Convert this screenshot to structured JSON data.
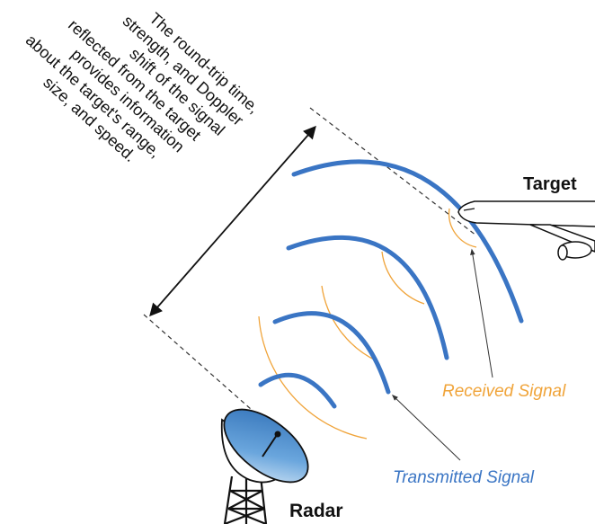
{
  "labels": {
    "target": "Target",
    "radar": "Radar",
    "received": "Received Signal",
    "transmitted": "Transmitted Signal"
  },
  "caption": [
    "The round-trip time,",
    "strength, and Doppler",
    "shift of the signal",
    "reflected from the target",
    "provides information",
    "about the target's range,",
    "size, and speed."
  ],
  "colors": {
    "transmitted": "#3a75c4",
    "received": "#f0a43a",
    "ink": "#111111",
    "dish_fill": "#5b9bd5"
  }
}
